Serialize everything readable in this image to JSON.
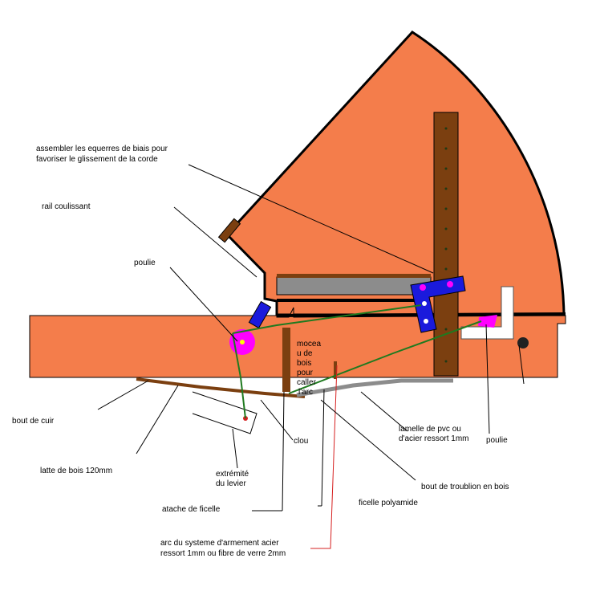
{
  "labels": {
    "assembler_line1": "assembler les equerres de biais pour",
    "assembler_line2": "favoriser le glissement de la corde",
    "rail": "rail coulissant",
    "poulie_left": "poulie",
    "morceau_l1": "mocea",
    "morceau_l2": "u de",
    "morceau_l3": "bois",
    "morceau_l4": "pour",
    "morceau_l5": "caller",
    "morceau_l6": "l'arc",
    "bout_cuir": "bout de cuir",
    "latte": "latte de bois 120mm",
    "extremite_l1": "extrémité",
    "extremite_l2": "du levier",
    "clou": "clou",
    "lamelle_l1": "lamelle de pvc ou",
    "lamelle_l2": "d'acier ressort 1mm",
    "poulie_right": "poulie",
    "troublion": "bout de troublion en bois",
    "ficelle_poly": "ficelle polyamide",
    "atache": "atache de ficelle",
    "arc_l1": "arc du systeme d'armement acier",
    "arc_l2": "ressort 1mm ou fibre de verre 2mm"
  },
  "colors": {
    "wood_body": "#f47d4b",
    "wood_dark": "#7b3f10",
    "rail_gray": "#8c8c8c",
    "bracket_blue": "#1a1adc",
    "pulley_magenta": "#ff00ff",
    "string_green": "#1f7a1f",
    "arc_red": "#d62020",
    "outline": "#000000"
  }
}
